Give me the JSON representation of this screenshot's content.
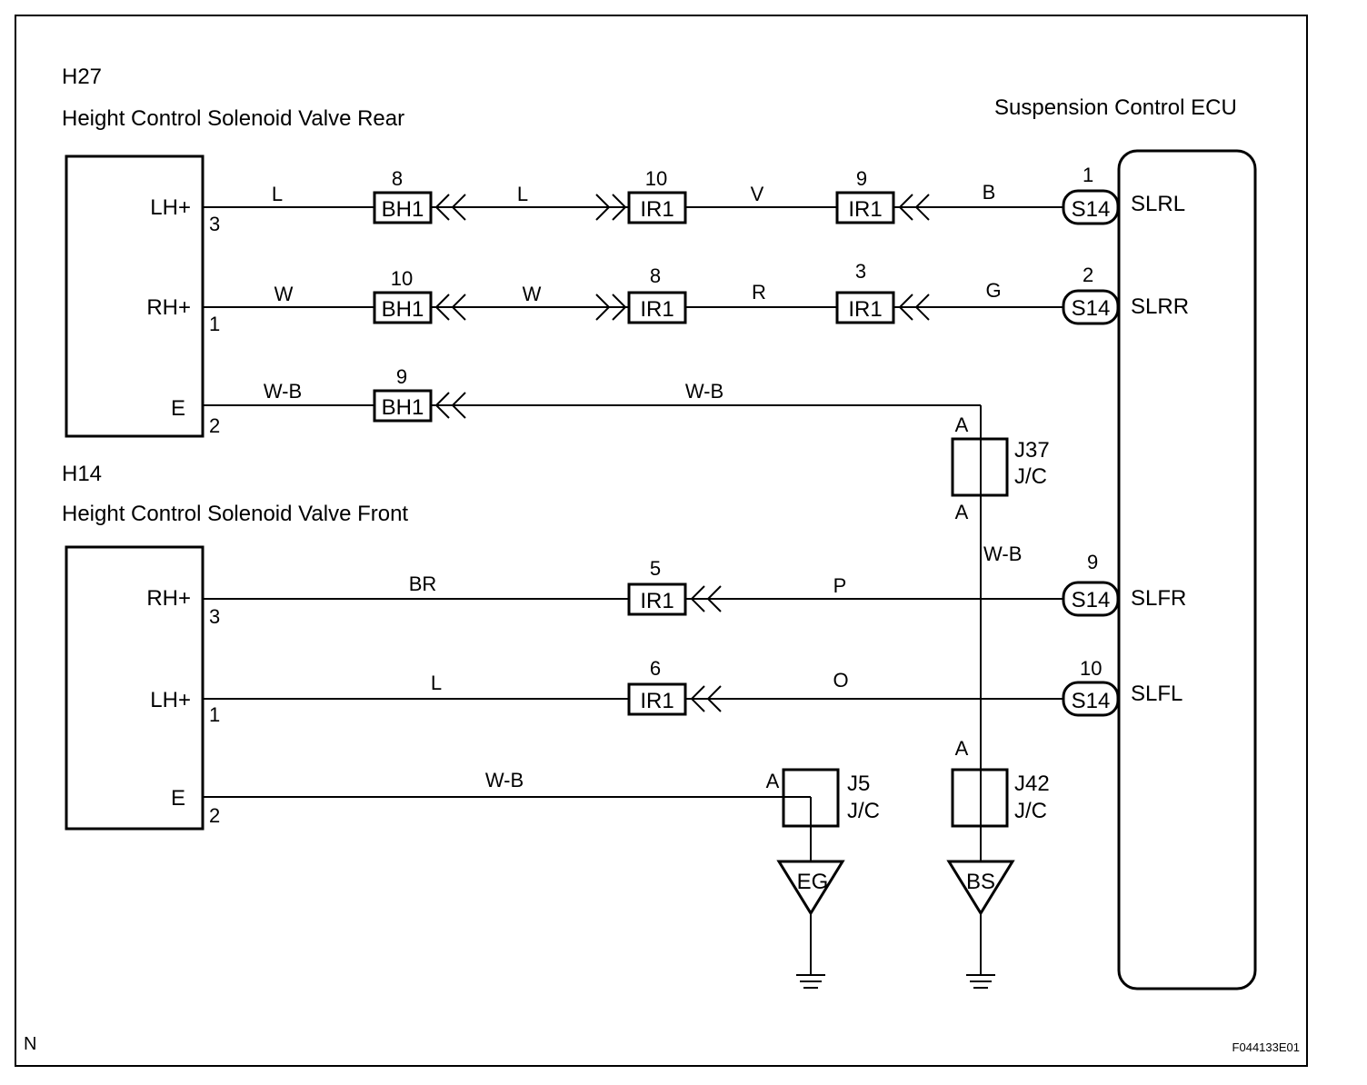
{
  "components": {
    "rear_code": "H27",
    "rear_name": "Height Control Solenoid Valve Rear",
    "front_code": "H14",
    "front_name": "Height Control Solenoid Valve Front",
    "ecu_name": "Suspension Control ECU"
  },
  "rear_pins": {
    "lh_label": "LH+",
    "lh_pin": "3",
    "rh_label": "RH+",
    "rh_pin": "1",
    "e_label": "E",
    "e_pin": "2"
  },
  "front_pins": {
    "rh_label": "RH+",
    "rh_pin": "3",
    "lh_label": "LH+",
    "lh_pin": "1",
    "e_label": "E",
    "e_pin": "2"
  },
  "ecu_pins": {
    "slrl": "SLRL",
    "slrl_pin": "1",
    "slrr": "SLRR",
    "slrr_pin": "2",
    "slfr": "SLFR",
    "slfr_pin": "9",
    "slfl": "SLFL",
    "slfl_pin": "10",
    "connector": "S14"
  },
  "connectors": {
    "bh1": "BH1",
    "ir1": "IR1",
    "bh1_pin_lh": "8",
    "ir1_pin_lh_a": "10",
    "ir1_pin_lh_b": "9",
    "bh1_pin_rh": "10",
    "ir1_pin_rh_a": "8",
    "ir1_pin_rh_b": "3",
    "bh1_pin_e": "9",
    "ir1_pin_frh": "5",
    "ir1_pin_flh": "6"
  },
  "wires": {
    "r1_a": "L",
    "r1_b": "L",
    "r1_c": "V",
    "r1_d": "B",
    "r2_a": "W",
    "r2_b": "W",
    "r2_c": "R",
    "r2_d": "G",
    "r3_a": "W-B",
    "r3_b": "W-B",
    "vert_wb": "W-B",
    "f1_a": "BR",
    "f1_b": "P",
    "f2_a": "L",
    "f2_b": "O",
    "f3": "W-B"
  },
  "junctions": {
    "j37": "J37",
    "j37_type": "J/C",
    "j37_top": "A",
    "j37_bot": "A",
    "j42": "J42",
    "j42_type": "J/C",
    "j42_top": "A",
    "j5": "J5",
    "j5_type": "J/C",
    "j5_pin": "A"
  },
  "grounds": {
    "eg": "EG",
    "bs": "BS"
  },
  "footer": {
    "left": "N",
    "code": "F044133E01"
  }
}
